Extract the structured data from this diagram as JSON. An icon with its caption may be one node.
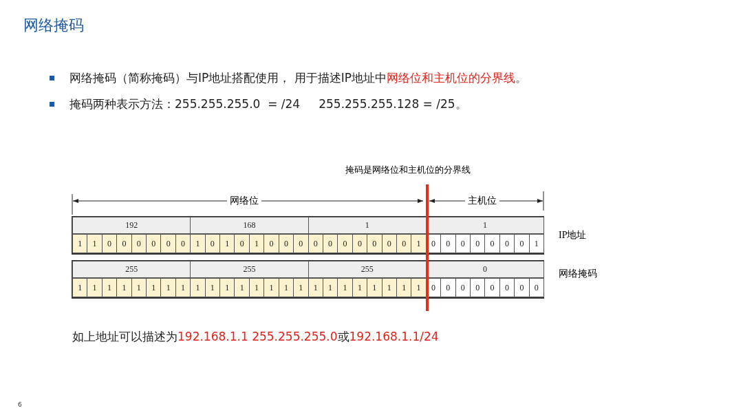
{
  "diagram": {
    "title": "网络掩码",
    "labels": [
      "网络掩码（简称掩码）与IP地址搭配使用， 用于描述IP地址中**网络位和主机位的分界线**。",
      "掩码两种表示方法：255.255.255.0  = /24     255.255.255.128 = /25。",
      "掩码是网络位和主机位的分界线",
      "网络位",
      "主机位",
      "192",
      "168",
      "1",
      "1",
      "1",
      "1",
      "0",
      "0",
      "0",
      "0",
      "0",
      "0",
      "1",
      "0",
      "1",
      "0",
      "1",
      "0",
      "0",
      "0",
      "0",
      "0",
      "0",
      "0",
      "0",
      "0",
      "0",
      "1",
      "0",
      "0",
      "0",
      "0",
      "0",
      "0",
      "0",
      "1",
      "IP地址",
      "255",
      "255",
      "255",
      "0",
      "1",
      "1",
      "1",
      "1",
      "1",
      "1",
      "1",
      "1",
      "1",
      "1",
      "1",
      "1",
      "1",
      "1",
      "1",
      "1",
      "1",
      "1",
      "1",
      "1",
      "1",
      "1",
      "1",
      "1",
      "0",
      "0",
      "0",
      "0",
      "0",
      "0",
      "0",
      "0",
      "网络掩码",
      "如上地址可以描述为**192.168.1.1 255.255.255.0**或**192.168.1.1/24**",
      "6"
    ]
  }
}
